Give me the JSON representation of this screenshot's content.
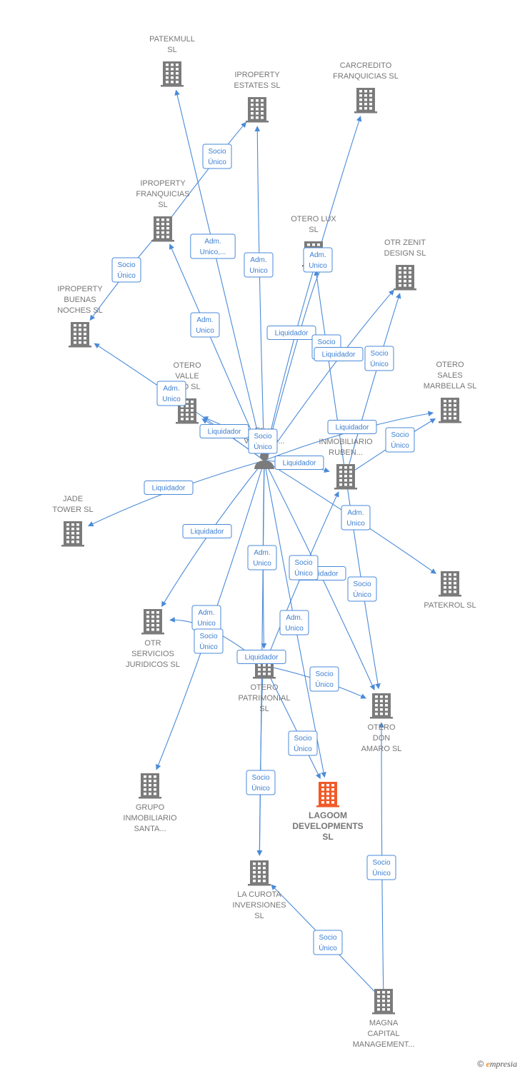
{
  "colors": {
    "edge": "#4a8ad8",
    "building": "#7b7b7b",
    "focus_building": "#f05a28",
    "person": "#7b7b7b"
  },
  "footer": {
    "copyright": "©",
    "brand_e": "e",
    "brand_rest": "mpresia"
  },
  "nodes": [
    {
      "id": "patekmull",
      "type": "company",
      "lines": [
        "PATEKMULL",
        "SL"
      ]
    },
    {
      "id": "iproperty_estates",
      "type": "company",
      "lines": [
        "IPROPERTY",
        "ESTATES  SL"
      ]
    },
    {
      "id": "carcredito",
      "type": "company",
      "lines": [
        "CARCREDITO",
        "FRANQUICIAS SL"
      ]
    },
    {
      "id": "iproperty_franquicias",
      "type": "company",
      "lines": [
        "IPROPERTY",
        "FRANQUICIAS",
        "SL"
      ]
    },
    {
      "id": "otero_lux",
      "type": "company",
      "lines": [
        "OTERO LUX",
        "SL"
      ]
    },
    {
      "id": "otr_zenit",
      "type": "company",
      "lines": [
        "OTR ZENIT",
        "DESIGN  SL"
      ]
    },
    {
      "id": "iproperty_buenas",
      "type": "company",
      "lines": [
        "IPROPERTY",
        "BUENAS",
        "NOCHES  SL"
      ]
    },
    {
      "id": "otero_valle",
      "type": "company",
      "lines": [
        "OTERO",
        "VALLE",
        "...IO  SL"
      ]
    },
    {
      "id": "otero_sales",
      "type": "company",
      "lines": [
        "OTERO",
        "SALES",
        "MARBELLA  SL"
      ]
    },
    {
      "id": "person",
      "type": "person",
      "lines": [
        "Otero",
        "Villaverde..."
      ]
    },
    {
      "id": "grupo_ruben",
      "type": "company",
      "lines": [
        "GRUPO",
        "INMOBILIARIO",
        "RUBEN..."
      ]
    },
    {
      "id": "jade",
      "type": "company",
      "lines": [
        "JADE",
        "TOWER  SL"
      ]
    },
    {
      "id": "patekrol",
      "type": "company",
      "lines": [
        "PATEKROL  SL"
      ]
    },
    {
      "id": "otr_servicios",
      "type": "company",
      "lines": [
        "OTR",
        "SERVICIOS",
        "JURIDICOS  SL"
      ]
    },
    {
      "id": "otero_patrimonial",
      "type": "company",
      "lines": [
        "OTERO",
        "PATRIMONIAL",
        "SL"
      ]
    },
    {
      "id": "otero_don",
      "type": "company",
      "lines": [
        "OTERO",
        "DON",
        "AMARO  SL"
      ]
    },
    {
      "id": "grupo_santa",
      "type": "company",
      "lines": [
        "GRUPO",
        "INMOBILIARIO",
        "SANTA..."
      ]
    },
    {
      "id": "lagoom",
      "type": "focus",
      "lines": [
        "LAGOOM",
        "DEVELOPMENTS",
        "SL"
      ]
    },
    {
      "id": "la_curota",
      "type": "company",
      "lines": [
        "LA CUROTA",
        "INVERSIONES",
        "SL"
      ]
    },
    {
      "id": "magna",
      "type": "company",
      "lines": [
        "MAGNA",
        "CAPITAL",
        "MANAGEMENT..."
      ]
    }
  ],
  "edges": [
    {
      "from": "person",
      "to": "patekmull",
      "lines": [
        "Adm.",
        "Unico,..."
      ]
    },
    {
      "from": "iproperty_franquicias",
      "to": "iproperty_estates",
      "lines": [
        "Socio",
        "Único"
      ]
    },
    {
      "from": "person",
      "to": "iproperty_estates",
      "lines": [
        "Adm.",
        "Unico"
      ]
    },
    {
      "from": "person",
      "to": "carcredito",
      "lines": [
        "Liquidador"
      ]
    },
    {
      "from": "person",
      "to": "iproperty_franquicias",
      "lines": [
        "Adm.",
        "Unico"
      ]
    },
    {
      "from": "iproperty_franquicias",
      "to": "iproperty_buenas",
      "lines": [
        "Socio",
        "Único"
      ]
    },
    {
      "from": "person",
      "to": "otero_lux",
      "lines": [
        "Adm.",
        "Unico"
      ]
    },
    {
      "from": "grupo_ruben",
      "to": "otero_lux",
      "lines": [
        "Socio",
        "Único"
      ]
    },
    {
      "from": "person",
      "to": "otr_zenit",
      "lines": [
        "Liquidador"
      ]
    },
    {
      "from": "grupo_ruben",
      "to": "otr_zenit",
      "lines": [
        "Socio",
        "Único"
      ]
    },
    {
      "from": "person",
      "to": "iproperty_buenas",
      "lines": [
        "Adm.",
        "Unico"
      ]
    },
    {
      "from": "person",
      "to": "otero_valle",
      "lines": [
        "Liquidador"
      ]
    },
    {
      "from": "person",
      "to": "otero_sales",
      "lines": [
        "Liquidador"
      ]
    },
    {
      "from": "grupo_ruben",
      "to": "otero_sales",
      "lines": [
        "Socio",
        "Único"
      ]
    },
    {
      "from": "person",
      "to": "grupo_ruben",
      "lines": [
        "Liquidador"
      ]
    },
    {
      "from": "person",
      "to": "otero_valle",
      "lines": [
        "Socio",
        "Único"
      ]
    },
    {
      "from": "person",
      "to": "jade",
      "lines": [
        "Liquidador"
      ]
    },
    {
      "from": "person",
      "to": "patekrol",
      "lines": [
        "Adm.",
        "Unico"
      ]
    },
    {
      "from": "person",
      "to": "otr_servicios",
      "lines": [
        "Liquidador"
      ]
    },
    {
      "from": "person",
      "to": "otero_patrimonial",
      "lines": [
        "Adm.",
        "Unico"
      ]
    },
    {
      "from": "person",
      "to": "otero_don",
      "lines": [
        "Liquidador"
      ]
    },
    {
      "from": "grupo_ruben",
      "to": "otero_don",
      "lines": [
        "Socio",
        "Único"
      ]
    },
    {
      "from": "otero_patrimonial",
      "to": "grupo_ruben",
      "lines": [
        "Socio",
        "Único"
      ]
    },
    {
      "from": "otero_patrimonial",
      "to": "otr_servicios",
      "lines": [
        "Adm.",
        "Unico"
      ]
    },
    {
      "from": "person",
      "to": "grupo_santa",
      "lines": [
        "Socio",
        "Único"
      ]
    },
    {
      "from": "person",
      "to": "lagoom",
      "lines": [
        "Adm.",
        "Unico"
      ]
    },
    {
      "from": "otero_patrimonial",
      "to": "la_curota",
      "lines": [
        "Liquidador"
      ]
    },
    {
      "from": "otero_patrimonial",
      "to": "otero_don",
      "lines": [
        "Socio",
        "Único"
      ]
    },
    {
      "from": "otero_patrimonial",
      "to": "lagoom",
      "lines": [
        "Socio",
        "Único"
      ]
    },
    {
      "from": "person",
      "to": "la_curota",
      "lines": [
        "Socio",
        "Único"
      ]
    },
    {
      "from": "magna",
      "to": "otero_don",
      "lines": [
        "Socio",
        "Único"
      ]
    },
    {
      "from": "magna",
      "to": "la_curota",
      "lines": [
        "Socio",
        "Único"
      ]
    }
  ]
}
